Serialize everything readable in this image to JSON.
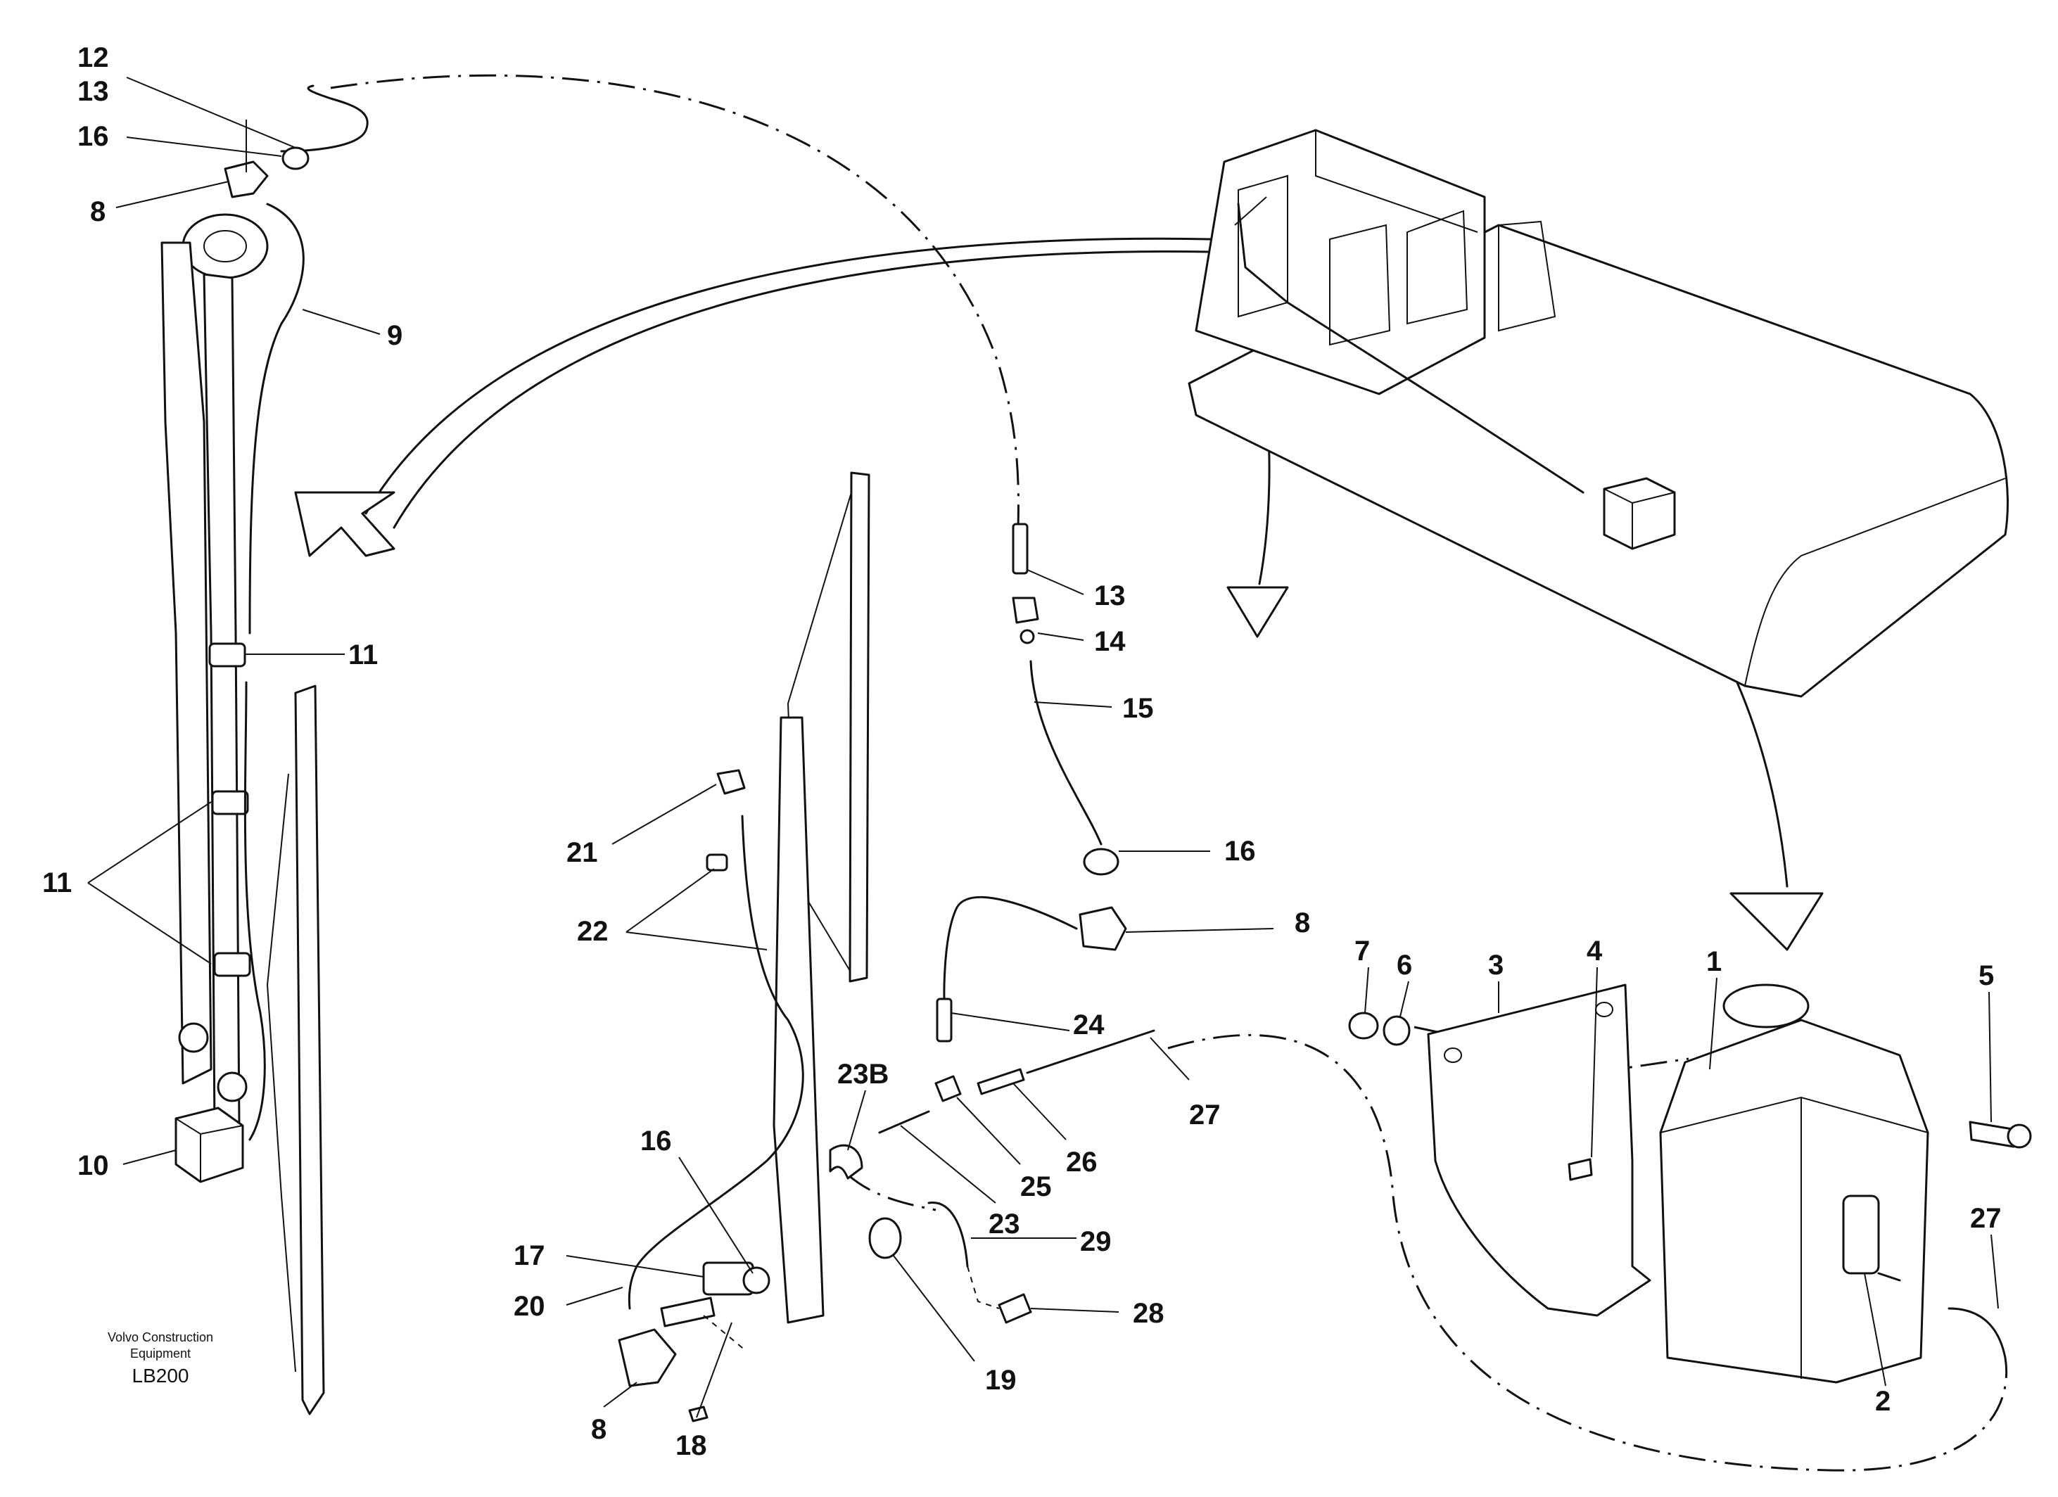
{
  "labels": {
    "l12": "12",
    "l13a": "13",
    "l16a": "16",
    "l8a": "8",
    "l9": "9",
    "l11a": "11",
    "l11b": "11",
    "l10": "10",
    "l13b": "13",
    "l14": "14",
    "l15": "15",
    "l16b": "16",
    "l8b": "8",
    "l21": "21",
    "l22": "22",
    "l24": "24",
    "l27a": "27",
    "l23b": "23B",
    "l26": "26",
    "l25": "25",
    "l23": "23",
    "l29": "29",
    "l16c": "16",
    "l17": "17",
    "l20": "20",
    "l28": "28",
    "l19": "19",
    "l8c": "8",
    "l18": "18",
    "l7": "7",
    "l6": "6",
    "l3": "3",
    "l4": "4",
    "l1": "1",
    "l5": "5",
    "l27b": "27",
    "l2": "2"
  },
  "credit": {
    "line1": "Volvo Construction",
    "line2": "Equipment",
    "code": "LB200"
  },
  "icons": {
    "arrow_style": "hollow-arrowhead",
    "flow_line": "dash-dot"
  }
}
